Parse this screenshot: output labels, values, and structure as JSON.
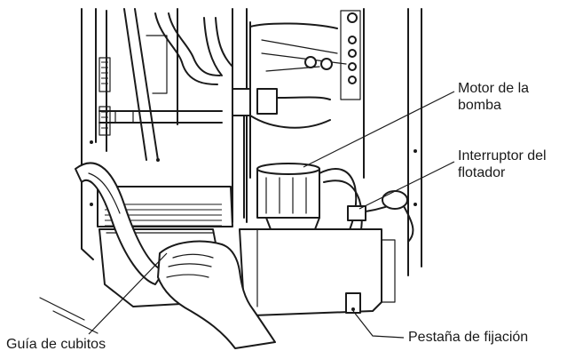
{
  "labels": {
    "pump_motor": "Motor de la\nbomba",
    "float_switch": "Interruptor del\nflotador",
    "cube_guide": "Guía de cubitos",
    "fixing_tab": "Pestaña de fijación"
  },
  "colors": {
    "line": "#1a1a1a",
    "background": "#ffffff"
  }
}
